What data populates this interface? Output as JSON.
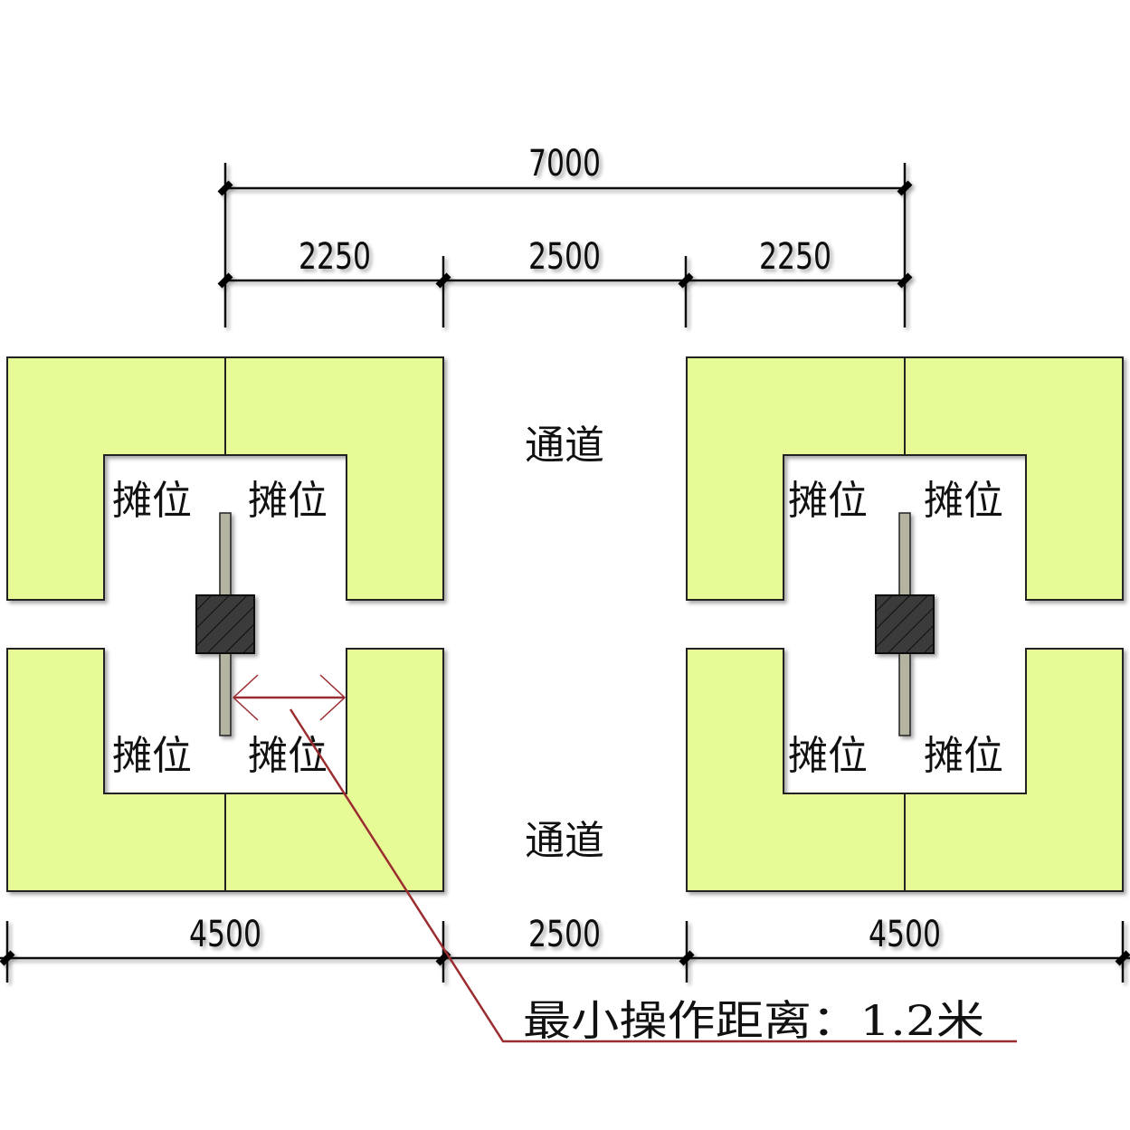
{
  "dimensions": {
    "top_total": "7000",
    "top_segments": [
      "2250",
      "2500",
      "2250"
    ],
    "bottom_segments": [
      "4500",
      "2500",
      "4500"
    ]
  },
  "labels": {
    "aisle_top": "通道",
    "aisle_bottom": "通道",
    "stall": "摊位"
  },
  "stall_groups": [
    {
      "stalls": [
        "摊位",
        "摊位",
        "摊位",
        "摊位"
      ]
    },
    {
      "stalls": [
        "摊位",
        "摊位",
        "摊位",
        "摊位"
      ]
    }
  ],
  "annotation": {
    "text": "最小操作距离：1.2米"
  },
  "colors": {
    "block_fill": "#e6fa96",
    "leader": "#9b2d30",
    "column_fill": "#3a3a3a",
    "post_fill": "#b4b4a0"
  }
}
